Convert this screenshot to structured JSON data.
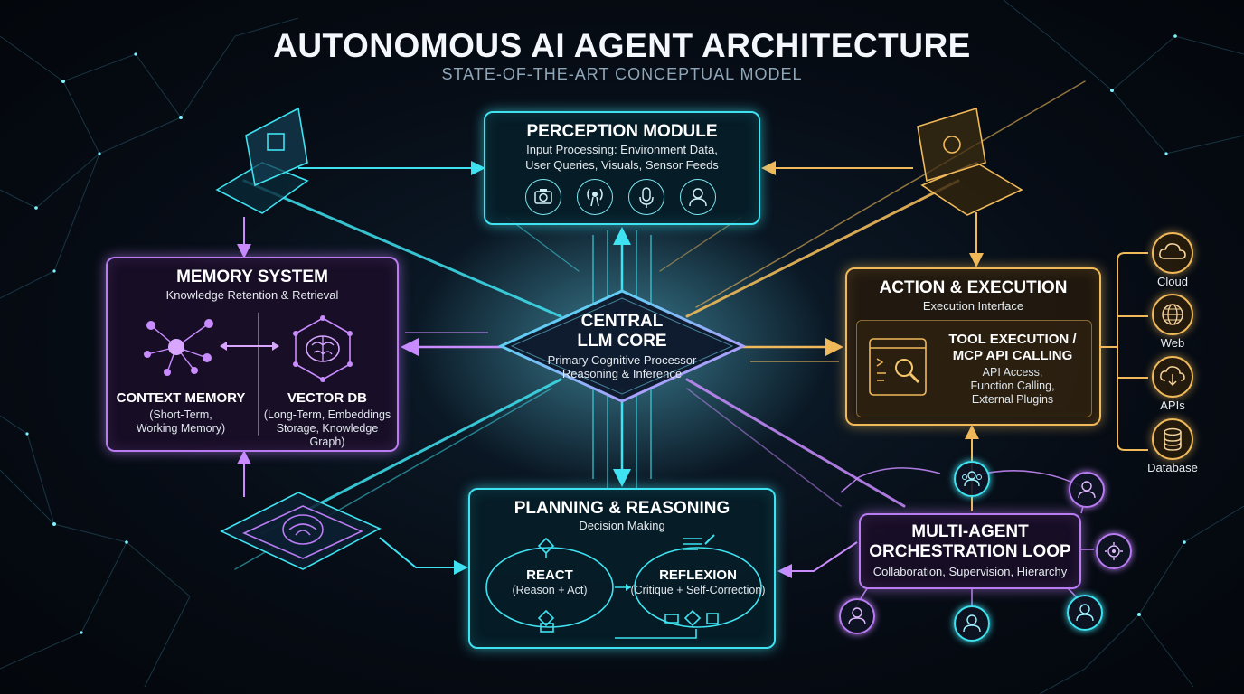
{
  "title": "AUTONOMOUS AI AGENT ARCHITECTURE",
  "subtitle": "STATE-OF-THE-ART CONCEPTUAL MODEL",
  "perception": {
    "title": "PERCEPTION MODULE",
    "line1": "Input Processing: Environment Data,",
    "line2": "User Queries, Visuals, Sensor Feeds",
    "icons": [
      "camera-icon",
      "broadcast-icon",
      "microphone-icon",
      "user-icon"
    ]
  },
  "core": {
    "title1": "CENTRAL",
    "title2": "LLM CORE",
    "line1": "Primary Cognitive Processor",
    "line2": "Reasoning & Inference"
  },
  "memory": {
    "title": "MEMORY SYSTEM",
    "sub": "Knowledge Retention & Retrieval",
    "context_title": "CONTEXT MEMORY",
    "context_line1": "(Short-Term,",
    "context_line2": "Working Memory)",
    "vector_title": "VECTOR DB",
    "vector_line1": "(Long-Term, Embeddings",
    "vector_line2": "Storage, Knowledge Graph)"
  },
  "action": {
    "title": "ACTION & EXECUTION",
    "sub": "Execution Interface",
    "tool_title1": "TOOL EXECUTION /",
    "tool_title2": "MCP API CALLING",
    "tool_line1": "API Access,",
    "tool_line2": "Function Calling,",
    "tool_line3": "External Plugins"
  },
  "services": {
    "cloud": "Cloud",
    "web": "Web",
    "apis": "APIs",
    "database": "Database"
  },
  "planning": {
    "title": "PLANNING & REASONING",
    "sub": "Decision Making",
    "react_title": "REACT",
    "react_sub": "(Reason + Act)",
    "reflexion_title": "REFLEXION",
    "reflexion_sub": "(Critique + Self-Correction)"
  },
  "multi_agent": {
    "title1": "MULTI-AGENT",
    "title2": "ORCHESTRATION LOOP",
    "sub": "Collaboration, Supervision, Hierarchy"
  },
  "colors": {
    "cyan": "#3fe2f0",
    "purple": "#b97cf2",
    "amber": "#f0b95a",
    "background": "#070d16"
  }
}
